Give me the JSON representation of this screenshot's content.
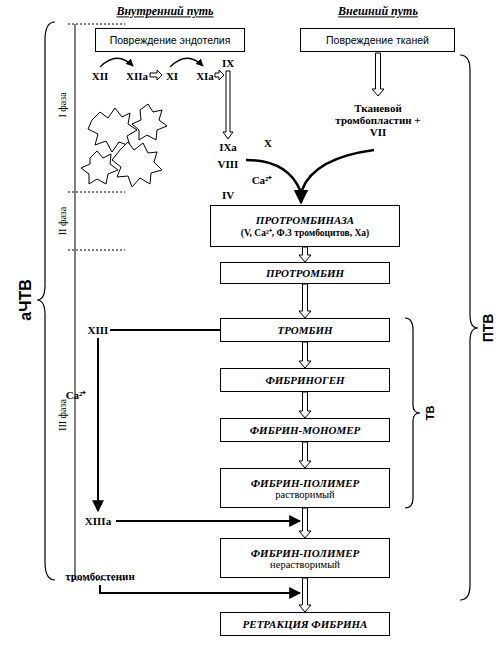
{
  "diagram": {
    "nodes": [
      {
        "text": [
          "Повреждение эндотелия"
        ]
      },
      {
        "text": [
          "Повреждение тканей"
        ]
      },
      {
        "text": [
          "ПРОТРОМБИНАЗА",
          "(V, Ca²⁺, Ф.3 тромбоцитов, Xa)"
        ]
      },
      {
        "text": [
          "ПРОТРОМБИН"
        ]
      },
      {
        "text": [
          "ТРОМБИН"
        ]
      },
      {
        "text": [
          "ФИБРИНОГЕН"
        ]
      },
      {
        "text": [
          "ФИБРИН-МОНОМЕР"
        ]
      },
      {
        "text": [
          "ФИБРИН-ПОЛИМЕР",
          "растворимый"
        ]
      },
      {
        "text": [
          "ФИБРИН-ПОЛИМЕР",
          "нерастворимый"
        ]
      },
      {
        "text": [
          "РЕТРАКЦИЯ ФИБРИНА"
        ]
      }
    ],
    "edges": [
      {
        "from": 2,
        "to": 3,
        "arrow": "to"
      },
      {
        "from": 3,
        "to": 4,
        "arrow": "to"
      },
      {
        "from": 4,
        "to": 5,
        "arrow": "to"
      },
      {
        "from": 5,
        "to": 6,
        "arrow": "to"
      },
      {
        "from": 6,
        "to": 7,
        "arrow": "to"
      },
      {
        "from": 7,
        "to": 8,
        "arrow": "to"
      },
      {
        "from": 8,
        "to": 9,
        "arrow": "to"
      }
    ],
    "labels": [
      "Внутренний путь",
      "Внешний путь",
      "XII",
      "XIIa",
      "XI",
      "XIa",
      "IX",
      "IXa",
      "X",
      "VIII",
      "Ca²⁺",
      "IV",
      "Тканевой тромбопластин + VII",
      "XIII",
      "Ca²⁺",
      "XIIIa",
      "тромбостенин",
      "I фаза",
      "II фаза",
      "III фаза",
      "аЧТВ",
      "ПТВ",
      "ТВ"
    ]
  }
}
